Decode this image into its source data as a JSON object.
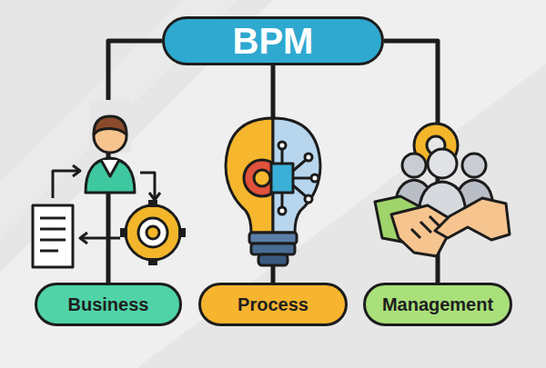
{
  "diagram": {
    "nodes": [
      {
        "text": [
          "BPM"
        ]
      },
      {
        "text": [
          "Business"
        ]
      },
      {
        "text": [
          "Process"
        ]
      },
      {
        "text": [
          "Management"
        ]
      }
    ],
    "edges": [
      {
        "from": 0,
        "to": 1,
        "arrow": "none"
      },
      {
        "from": 0,
        "to": 2,
        "arrow": "none"
      },
      {
        "from": 0,
        "to": 3,
        "arrow": "none"
      }
    ]
  }
}
